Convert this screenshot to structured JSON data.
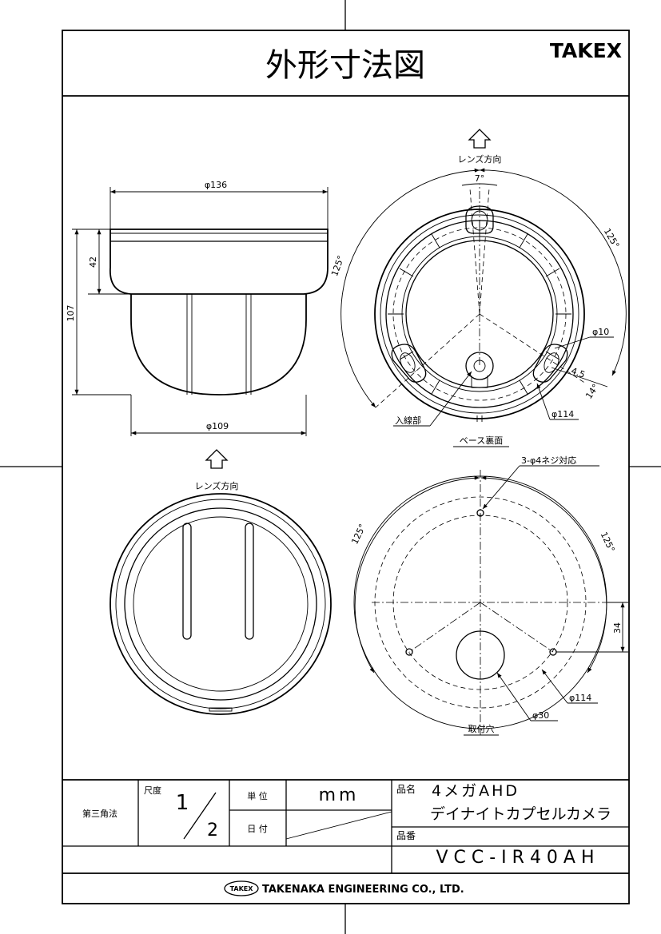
{
  "header": {
    "title": "外形寸法図",
    "brand": "TAKEX"
  },
  "side_view": {
    "top_diameter": "φ136",
    "bottom_diameter": "φ109",
    "base_height": "42",
    "total_height": "107"
  },
  "front_view": {
    "direction_label": "レンズ方向"
  },
  "base_back": {
    "direction_label": "レンズ方向",
    "angle_top": "7°",
    "angle_left": "125°",
    "angle_right": "125°",
    "hole_dia": "φ10",
    "offset": "4.5",
    "angle_small": "14°",
    "diameter": "φ114",
    "wire_entry": "入線部",
    "caption": "ベース裏面"
  },
  "mounting": {
    "screw_note": "3-φ4ネジ対応",
    "angle_left": "125°",
    "angle_right": "125°",
    "offset": "34",
    "pcd": "φ114",
    "hole_dia": "φ30",
    "caption": "取付穴"
  },
  "title_block": {
    "projection": "第三角法",
    "scale_label": "尺度",
    "scale_num": "1",
    "scale_den": "2",
    "unit_label": "単 位",
    "unit_value": "mm",
    "date_label": "日 付",
    "product_name_label": "品名",
    "product_name_line1": "4メガAHD",
    "product_name_line2": "デイナイトカプセルカメラ",
    "product_no_label": "品番",
    "product_no": "VCC-IR40AH",
    "company_logo": "TAKEX",
    "company": "TAKENAKA ENGINEERING CO., LTD."
  }
}
